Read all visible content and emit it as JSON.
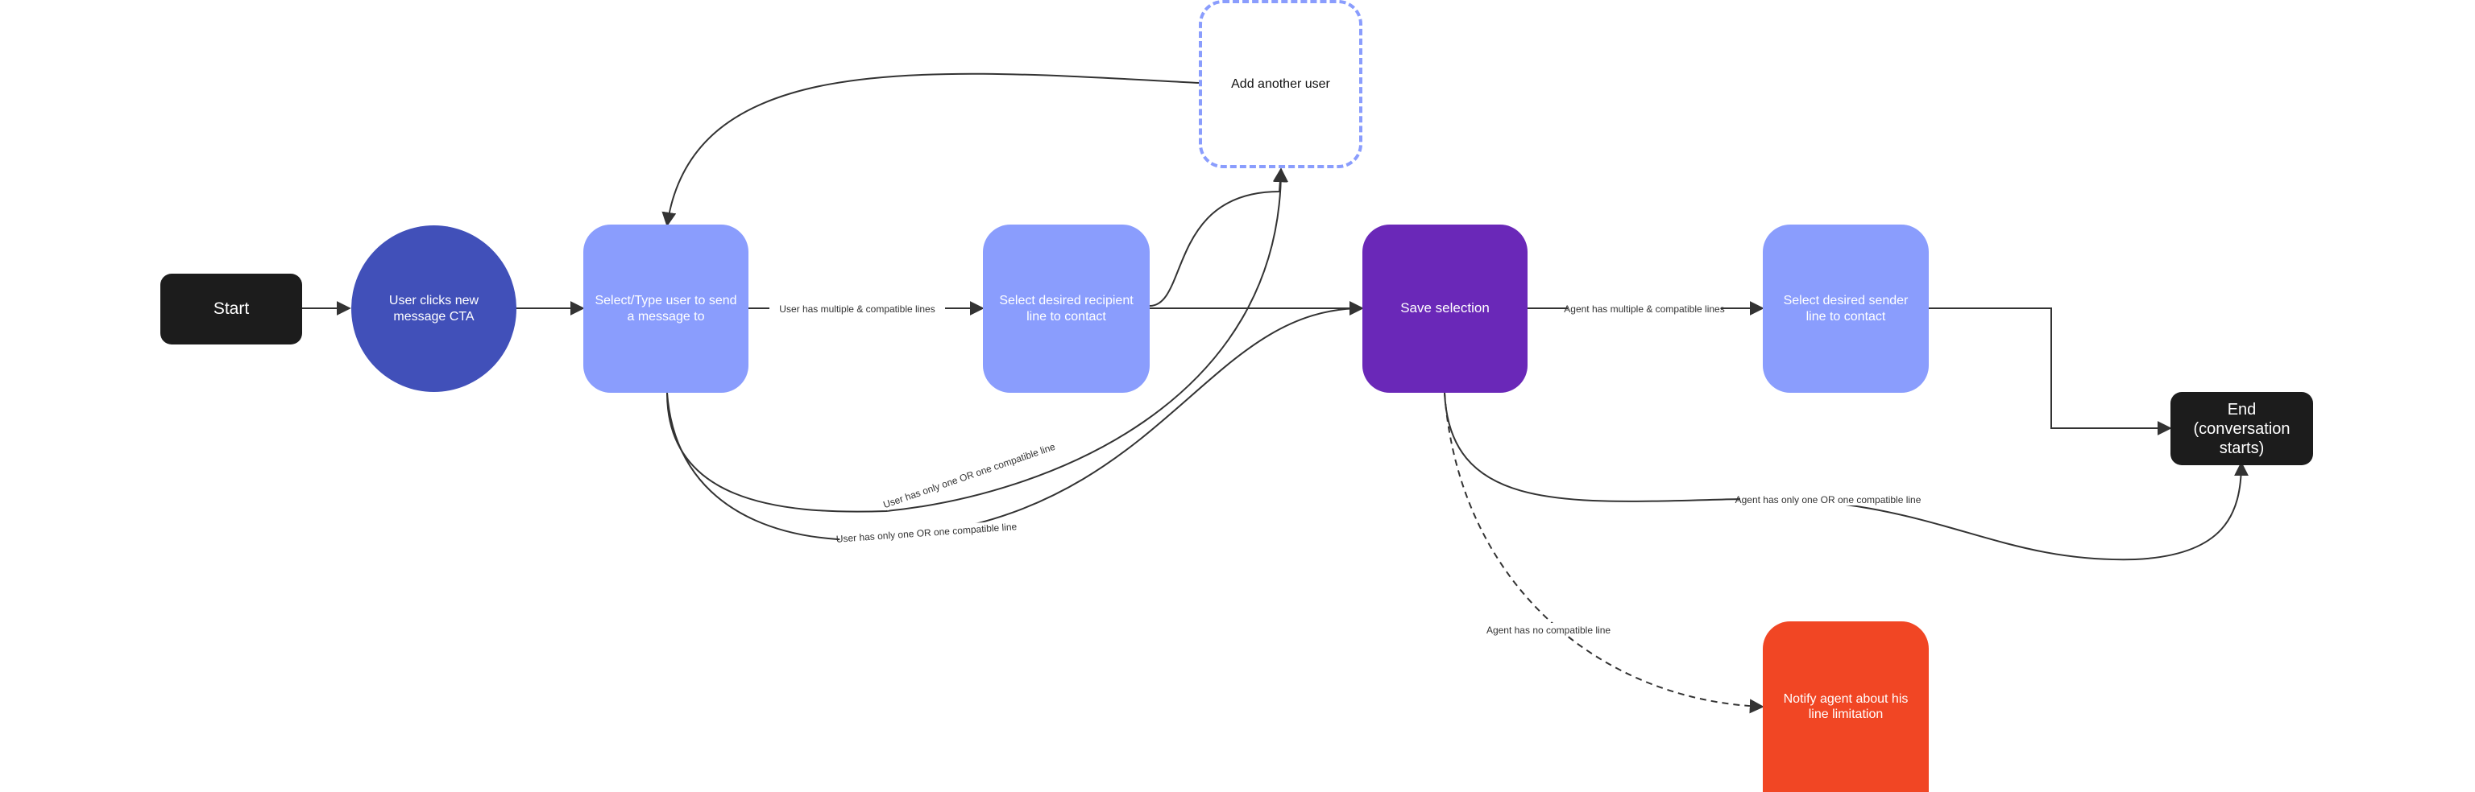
{
  "nodes": {
    "start": "Start",
    "clicks_new_message": "User clicks new message CTA",
    "select_user": "Select/Type user to send a message to",
    "select_recipient_line": "Select desired recipient line to contact",
    "add_another_user": "Add another user",
    "save_selection": "Save selection",
    "select_sender_line": "Select desired sender line to contact",
    "end": "End (conversation starts)",
    "notify_agent": "Notify agent about his line limitation"
  },
  "edges": {
    "user_multiple_lines": "User has multiple & compatible lines",
    "user_one_line_to_add": "User has only one OR one compatible line",
    "user_one_line_to_save": "User has only one OR one compatible line",
    "agent_multiple_lines": "Agent has multiple & compatible lines",
    "agent_one_line": "Agent has only one OR one compatible line",
    "agent_no_line": "Agent has no compatible line"
  },
  "colors": {
    "terminal": "#1c1c1c",
    "trigger": "#4150b9",
    "step": "#8a9dfd",
    "save": "#6a28b8",
    "error": "#f14624",
    "connector": "#333333"
  }
}
